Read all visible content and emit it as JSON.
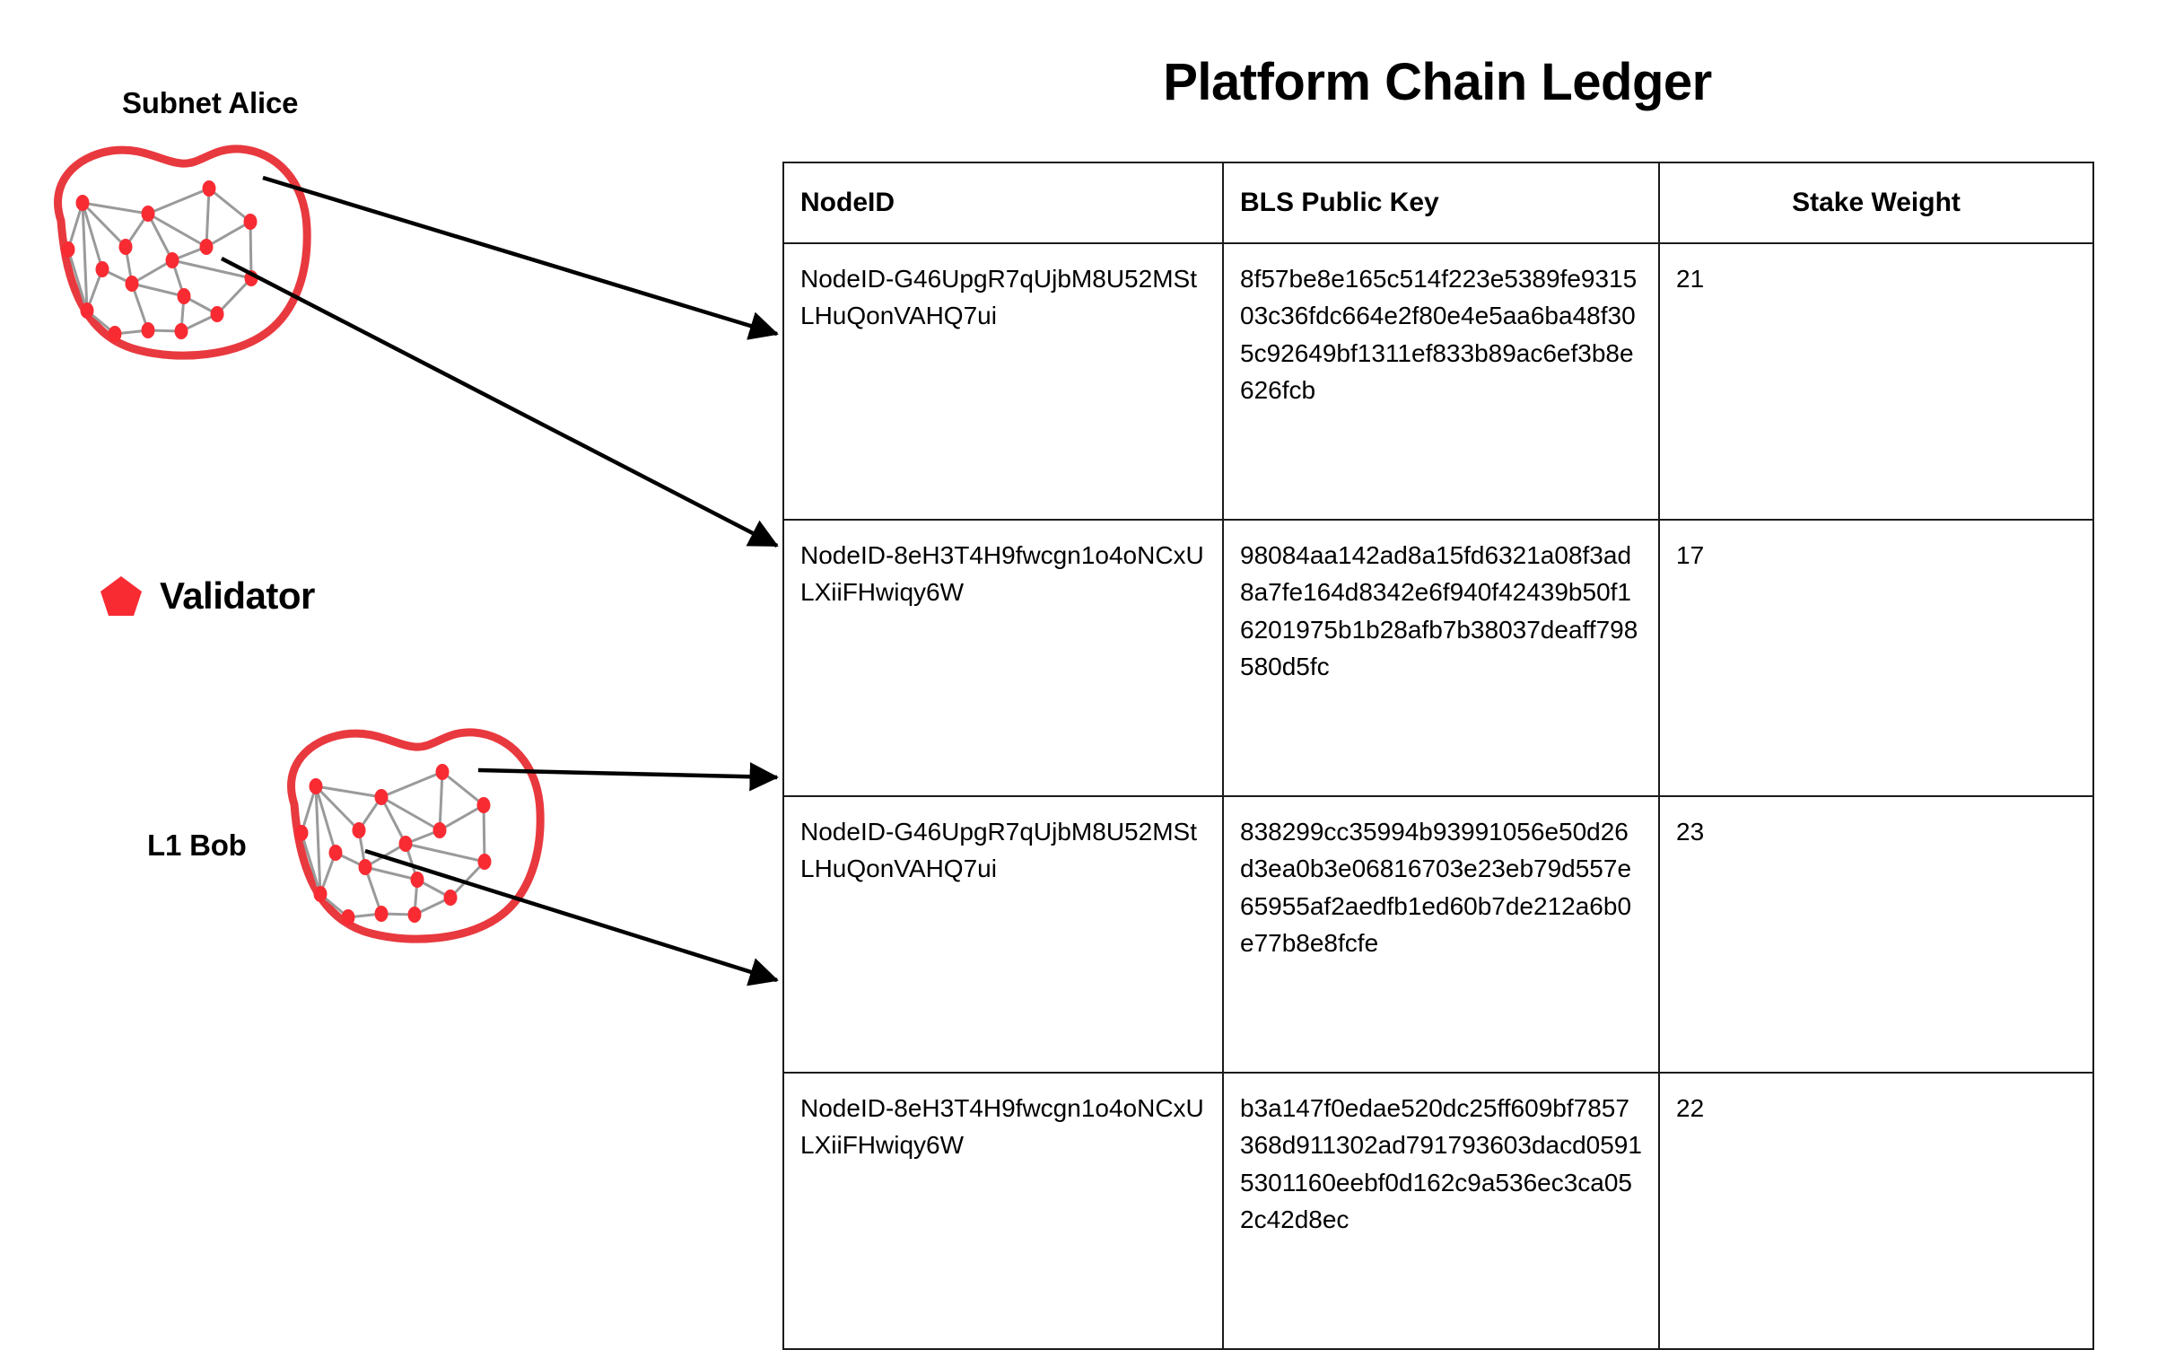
{
  "left_panel": {
    "subnet_label": "Subnet Alice",
    "l1_label": "L1 Bob",
    "legend": {
      "icon": "pentagon-icon",
      "label": "Validator"
    },
    "colors": {
      "blob_outline": "#e8393f",
      "validator_node": "#f82b33",
      "edge": "#9a9a9a",
      "arrow": "#000000"
    }
  },
  "ledger": {
    "title": "Platform Chain Ledger",
    "columns": [
      "NodeID",
      "BLS Public Key",
      "Stake Weight"
    ],
    "rows": [
      {
        "node_id": "NodeID-G46UpgR7qUjbM8U52MStLHuQonVAHQ7ui",
        "bls_public_key": "8f57be8e165c514f223e5389fe931503c36fdc664e2f80e4e5aa6ba48f305c92649bf1311ef833b89ac6ef3b8e626fcb",
        "stake_weight": "21"
      },
      {
        "node_id": "NodeID-8eH3T4H9fwcgn1o4oNCxULXiiFHwiqy6W",
        "bls_public_key": "98084aa142ad8a15fd6321a08f3ad8a7fe164d8342e6f940f42439b50f16201975b1b28afb7b38037deaff798580d5fc",
        "stake_weight": "17"
      },
      {
        "node_id": "NodeID-G46UpgR7qUjbM8U52MStLHuQonVAHQ7ui",
        "bls_public_key": "838299cc35994b93991056e50d26d3ea0b3e06816703e23eb79d557e65955af2aedfb1ed60b7de212a6b0e77b8e8fcfe",
        "stake_weight": "23"
      },
      {
        "node_id": "NodeID-8eH3T4H9fwcgn1o4oNCxULXiiFHwiqy6W",
        "bls_public_key": "b3a147f0edae520dc25ff609bf7857368d911302ad791793603dacd05915301160eebf0d162c9a536ec3ca052c42d8ec",
        "stake_weight": "22"
      }
    ]
  }
}
